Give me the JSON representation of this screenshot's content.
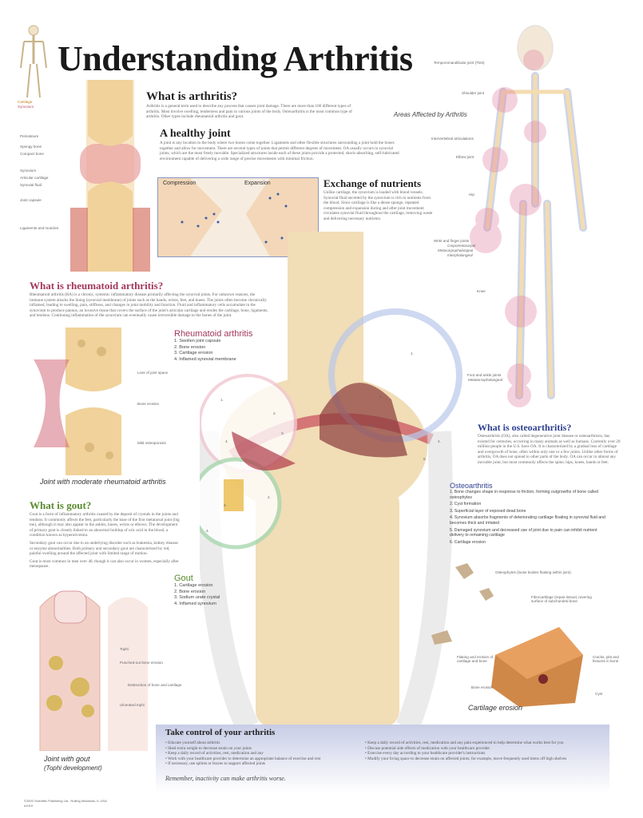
{
  "title": "Understanding Arthritis",
  "skeleton_legend": [
    "Cartilage",
    "Synovium"
  ],
  "what_is_arthritis": {
    "heading": "What is arthritis?",
    "text": "Arthritis is a general term used to describe any process that causes joint damage. There are more than 100 different types of arthritis. Most involve swelling, tenderness and pain in various joints of the body. Osteoarthritis is the most common type of arthritis. Other types include rheumatoid arthritis and gout."
  },
  "healthy_joint": {
    "heading": "A healthy joint",
    "text": "A joint is any location in the body where two bones come together. Ligaments and other flexible structures surrounding a joint hold the bones together and allow for movement. There are several types of joints that permit different degrees of movement. OA usually occurs in synovial joints, which are the most freely movable. Specialized structures inside each of these joints provide a protected, shock-absorbing, self-lubricated environment capable of delivering a wide range of precise movements with minimal friction.",
    "labels": [
      "Periosteum",
      "Spongy bone",
      "Compact bone",
      "Synovium",
      "Articular cartilage",
      "Synovial fluid",
      "Joint capsule",
      "Ligaments and muscles"
    ],
    "compression": "Compression",
    "expansion": "Expansion"
  },
  "nutrients": {
    "heading": "Exchange of nutrients",
    "text": "Unlike cartilage, the synovium is loaded with blood vessels. Synovial fluid secreted by the synovium is rich in nutrients from the blood. Since cartilage is like a dense sponge, repeated compression and expansion during and after joint movement circulates synovial fluid throughout the cartilage, removing waste and delivering necessary nutrients."
  },
  "areas": {
    "heading": "Areas Affected by Arthritis",
    "labels": [
      "Temporomandibular joint (TMJ)",
      "Shoulder joint",
      "Intervertebral articulations",
      "Elbow joint",
      "Hip",
      "Wrist and finger joints",
      "Carpometacarpal",
      "Metacarpophalangeal",
      "Interphalangeal",
      "Knee",
      "Foot and ankle joints",
      "Metatarsophalangeal"
    ]
  },
  "ra": {
    "heading": "What is rheumatoid arthritis?",
    "text": "Rheumatoid arthritis (RA) is a chronic, systemic inflammatory disease primarily affecting the synovial joints. For unknown reasons, the immune system attacks the lining (synovial membrane) of joints such as the hands, wrists, feet, and knees. The joints often become chronically inflamed, leading to swelling, pain, stiffness, and changes in joint mobility and function. Fluid and inflammatory cells accumulate in the synovium to produce pannus, an invasive tissue that covers the surface of the joint's articular cartilage and erodes the cartilage, bone, ligaments, and tendons. Continuing inflammation of the synovium can eventually cause irreversible damage to the bones of the joint.",
    "labels": [
      "Loss of joint space",
      "Bone erosion",
      "Mild osteoporosis"
    ],
    "caption": "Joint with moderate rheumatoid arthritis",
    "list_title": "Rheumatoid arthritis",
    "list": [
      "1. Swollen joint capsule",
      "2. Bone erosion",
      "3. Cartilage erosion",
      "4. Inflamed synovial membrane"
    ]
  },
  "gout": {
    "heading": "What is gout?",
    "paragraphs": [
      "Gout is a form of inflammatory arthritis caused by the deposit of crystals in the joints and tendons. It commonly affects the feet, particularly the base of the first metatarsal joint (big toe), although it may also appear in the ankles, knees, wrists or elbows. The development of primary gout is closely linked to an abnormal buildup of uric acid in the blood, a condition known as hyperuricemia.",
      "Secondary gout can occur due to an underlying disorder such as leukemia, kidney disease or enzyme abnormalities. Both primary and secondary gout are characterized by red, painful swelling around the affected joint with limited range of motion.",
      "Gout is most common in men over 40, though it can also occur in women, especially after menopause."
    ],
    "labels": [
      "Tophi",
      "Punched-out bone erosion",
      "Destruction of bone and cartilage",
      "Ulcerated tophi"
    ],
    "caption": "Joint with gout",
    "caption2": "(Tophi development)",
    "list_title": "Gout",
    "list": [
      "1. Cartilage erosion",
      "2. Bone erosion",
      "3. Sodium urate crystal",
      "4. Inflamed synovium"
    ]
  },
  "oa": {
    "heading": "What is osteoarthritis?",
    "text": "Osteoarthritis (OA), also called degenerative joint disease or osteoarthrosis, has existed for centuries, occurring in many animals as well as humans. Currently over 20 million people in the U.S. have OA. It is characterized by a gradual loss of cartilage and overgrowth of bone, often within only one or a few joints. Unlike other forms of arthritis, OA does not spread to other parts of the body. OA can occur in almost any movable joint, but most commonly affects the spine, hips, knees, hands or feet.",
    "list_title": "Osteoarthritis",
    "list": [
      "1. Bone changes shape in response to friction, forming outgrowths of bone called osteophytes",
      "2. Cyst formation",
      "3. Superficial layer of exposed dead bone",
      "4. Synovium absorbs fragments of deteriorating cartilage floating in synovial fluid and becomes thick and irritated",
      "5. Damaged synovium and decreased use of joint due to pain can inhibit nutrient delivery to remaining cartilage",
      "6. Cartilage erosion"
    ]
  },
  "erosion": {
    "labels": [
      "Osteophytes (loose bodies floating within joint)",
      "Fibrocartilage (repair tissue) covering surface of subchondral bone",
      "Flaking and erosion of cartilage and bone",
      "Cracks, pits and fissures in bone",
      "Bone erosion",
      "Cyst"
    ],
    "caption": "Cartilage erosion"
  },
  "knee_numbers": [
    "1.",
    "2.",
    "3.",
    "4.",
    "5.",
    "1.",
    "2.",
    "3.",
    "4.",
    "2.",
    "3.",
    "4."
  ],
  "control": {
    "heading": "Take control of your arthritis",
    "left": [
      "• Educate yourself about arthritis",
      "• Shed extra weight to decrease strain on your joints",
      "• Keep a daily record of activities, rest, medication and any",
      "• Work with your healthcare provider to determine an appropriate balance of exercise and rest",
      "• If necessary, use splints or braces to support affected joints"
    ],
    "right": [
      "• Keep a daily record of activities, rest, medication and any pain experienced to help determine what works best for you",
      "• Discuss potential side effects of medication with your healthcare provider",
      "• Exercise every day according to your healthcare provider's instructions",
      "• Modify your living space to decrease strain on affected joints; for example, move frequently used items off high shelves"
    ],
    "closing": "Remember, inactivity can make arthritis worse."
  },
  "copyright": "©2000 Scientific Publishing Ltd., Rolling Meadows, IL USA",
  "code": "#1010",
  "colors": {
    "ra": "#a3385a",
    "gout": "#5a8a2e",
    "oa": "#2d3f8f",
    "joint": "#c85a6a",
    "bone": "#f3dcb0"
  }
}
